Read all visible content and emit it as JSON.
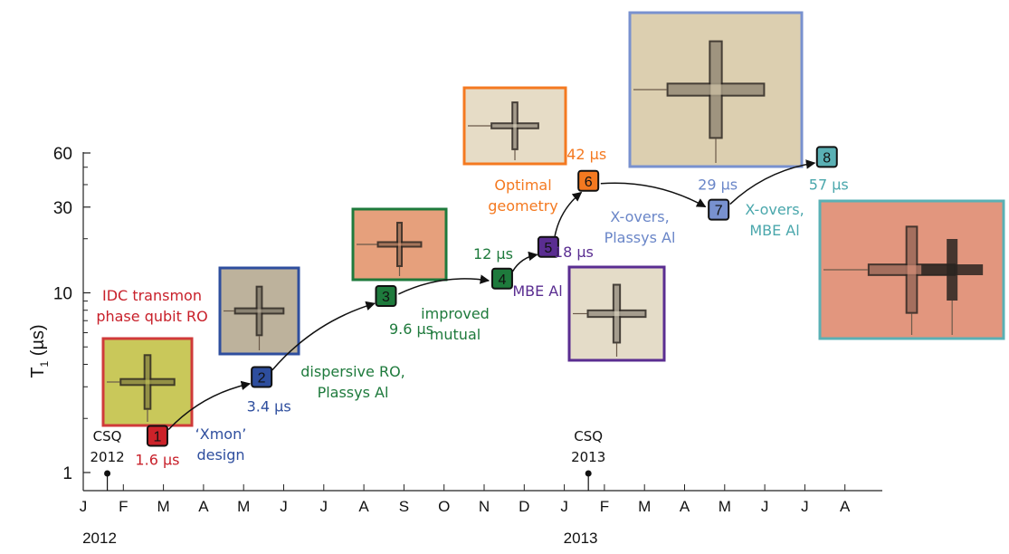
{
  "chart_data": {
    "type": "scatter",
    "ylabel": "T",
    "ylabel_sub": "1",
    "ylabel_unit": "(µs)",
    "y_scale": "log",
    "ylim": [
      0.9,
      60
    ],
    "y_ticks": [
      1,
      10,
      30,
      60
    ],
    "x_months": [
      "J",
      "F",
      "M",
      "A",
      "M",
      "J",
      "J",
      "A",
      "S",
      "O",
      "N",
      "D",
      "J",
      "F",
      "M",
      "A",
      "M",
      "J",
      "J",
      "A"
    ],
    "x_year_labels": [
      {
        "label": "2012",
        "month_index": 0
      },
      {
        "label": "2013",
        "month_index": 12
      }
    ],
    "events": [
      {
        "year_line": "2012",
        "label": "CSQ",
        "date": "2012-01-20",
        "month_index": 0.6
      },
      {
        "year_line": "2013",
        "label": "CSQ",
        "date": "2013-01-25",
        "month_index": 12.6
      }
    ],
    "points": [
      {
        "id": "1",
        "date": "2012-02-20",
        "month_index": 1.85,
        "t1_us": 1.6,
        "value_label": "1.6 µs",
        "color": "#cc2229",
        "text_color": "#c8202a"
      },
      {
        "id": "2",
        "date": "2012-05-05",
        "month_index": 4.45,
        "t1_us": 3.4,
        "value_label": "3.4 µs",
        "color": "#2e4e9e",
        "text_color": "#2e4e9e"
      },
      {
        "id": "3",
        "date": "2012-08-10",
        "month_index": 7.55,
        "t1_us": 9.6,
        "value_label": "9.6 µs",
        "color": "#1e7a3c",
        "text_color": "#1e7a3c"
      },
      {
        "id": "4",
        "date": "2012-11-05",
        "month_index": 10.45,
        "t1_us": 12,
        "value_label": "12 µs",
        "color": "#1e7a3c",
        "text_color": "#1e7a3c"
      },
      {
        "id": "5",
        "date": "2012-12-10",
        "month_index": 11.6,
        "t1_us": 18,
        "value_label": "18 µs",
        "color": "#5a2d91",
        "text_color": "#5a2d91"
      },
      {
        "id": "6",
        "date": "2013-01-20",
        "month_index": 12.6,
        "t1_us": 42,
        "value_label": "42 µs",
        "color": "#f47920",
        "text_color": "#f47920"
      },
      {
        "id": "7",
        "date": "2013-04-25",
        "month_index": 15.85,
        "t1_us": 29,
        "value_label": "29 µs",
        "color": "#7891cf",
        "text_color": "#6a86c8"
      },
      {
        "id": "8",
        "date": "2013-07-15",
        "month_index": 18.55,
        "t1_us": 57,
        "value_label": "57 µs",
        "color": "#5ab0b4",
        "text_color": "#4aa7ac"
      }
    ],
    "annotations": [
      {
        "id": "idc",
        "lines": [
          "IDC transmon",
          "phase qubit RO"
        ],
        "color": "#c8202a"
      },
      {
        "id": "xmon",
        "lines": [
          "‘Xmon’",
          "design"
        ],
        "color": "#2e4e9e"
      },
      {
        "id": "disp",
        "lines": [
          "dispersive RO,",
          "Plassys Al"
        ],
        "color": "#1e7a3c"
      },
      {
        "id": "mutual",
        "lines": [
          "improved",
          "mutual"
        ],
        "color": "#1e7a3c"
      },
      {
        "id": "mbe",
        "lines": [
          "MBE Al"
        ],
        "color": "#5a2d91"
      },
      {
        "id": "optimal",
        "lines": [
          "Optimal",
          "geometry"
        ],
        "color": "#f47920"
      },
      {
        "id": "xovers_plassys",
        "lines": [
          "X-overs,",
          "Plassys Al"
        ],
        "color": "#6a86c8"
      },
      {
        "id": "xovers_mbe",
        "lines": [
          "X-overs,",
          "MBE Al"
        ],
        "color": "#4aa7ac"
      }
    ],
    "images": [
      {
        "id": "img1",
        "frame_color": "#d03a3a",
        "fill": "#c9c85a"
      },
      {
        "id": "img2",
        "frame_color": "#2e4e9e",
        "fill": "#bdb29c"
      },
      {
        "id": "img3",
        "frame_color": "#1e7a3c",
        "fill": "#e6a07c"
      },
      {
        "id": "img4",
        "frame_color": "#5a2d91",
        "fill": "#e4dcc8"
      },
      {
        "id": "img5",
        "frame_color": "#f47920",
        "fill": "#e6dcc6"
      },
      {
        "id": "img6",
        "frame_color": "#7891cf",
        "fill": "#dccfb0"
      },
      {
        "id": "img7",
        "frame_color": "#5ab0b4",
        "fill": "#e2967e"
      }
    ],
    "grid": false
  }
}
